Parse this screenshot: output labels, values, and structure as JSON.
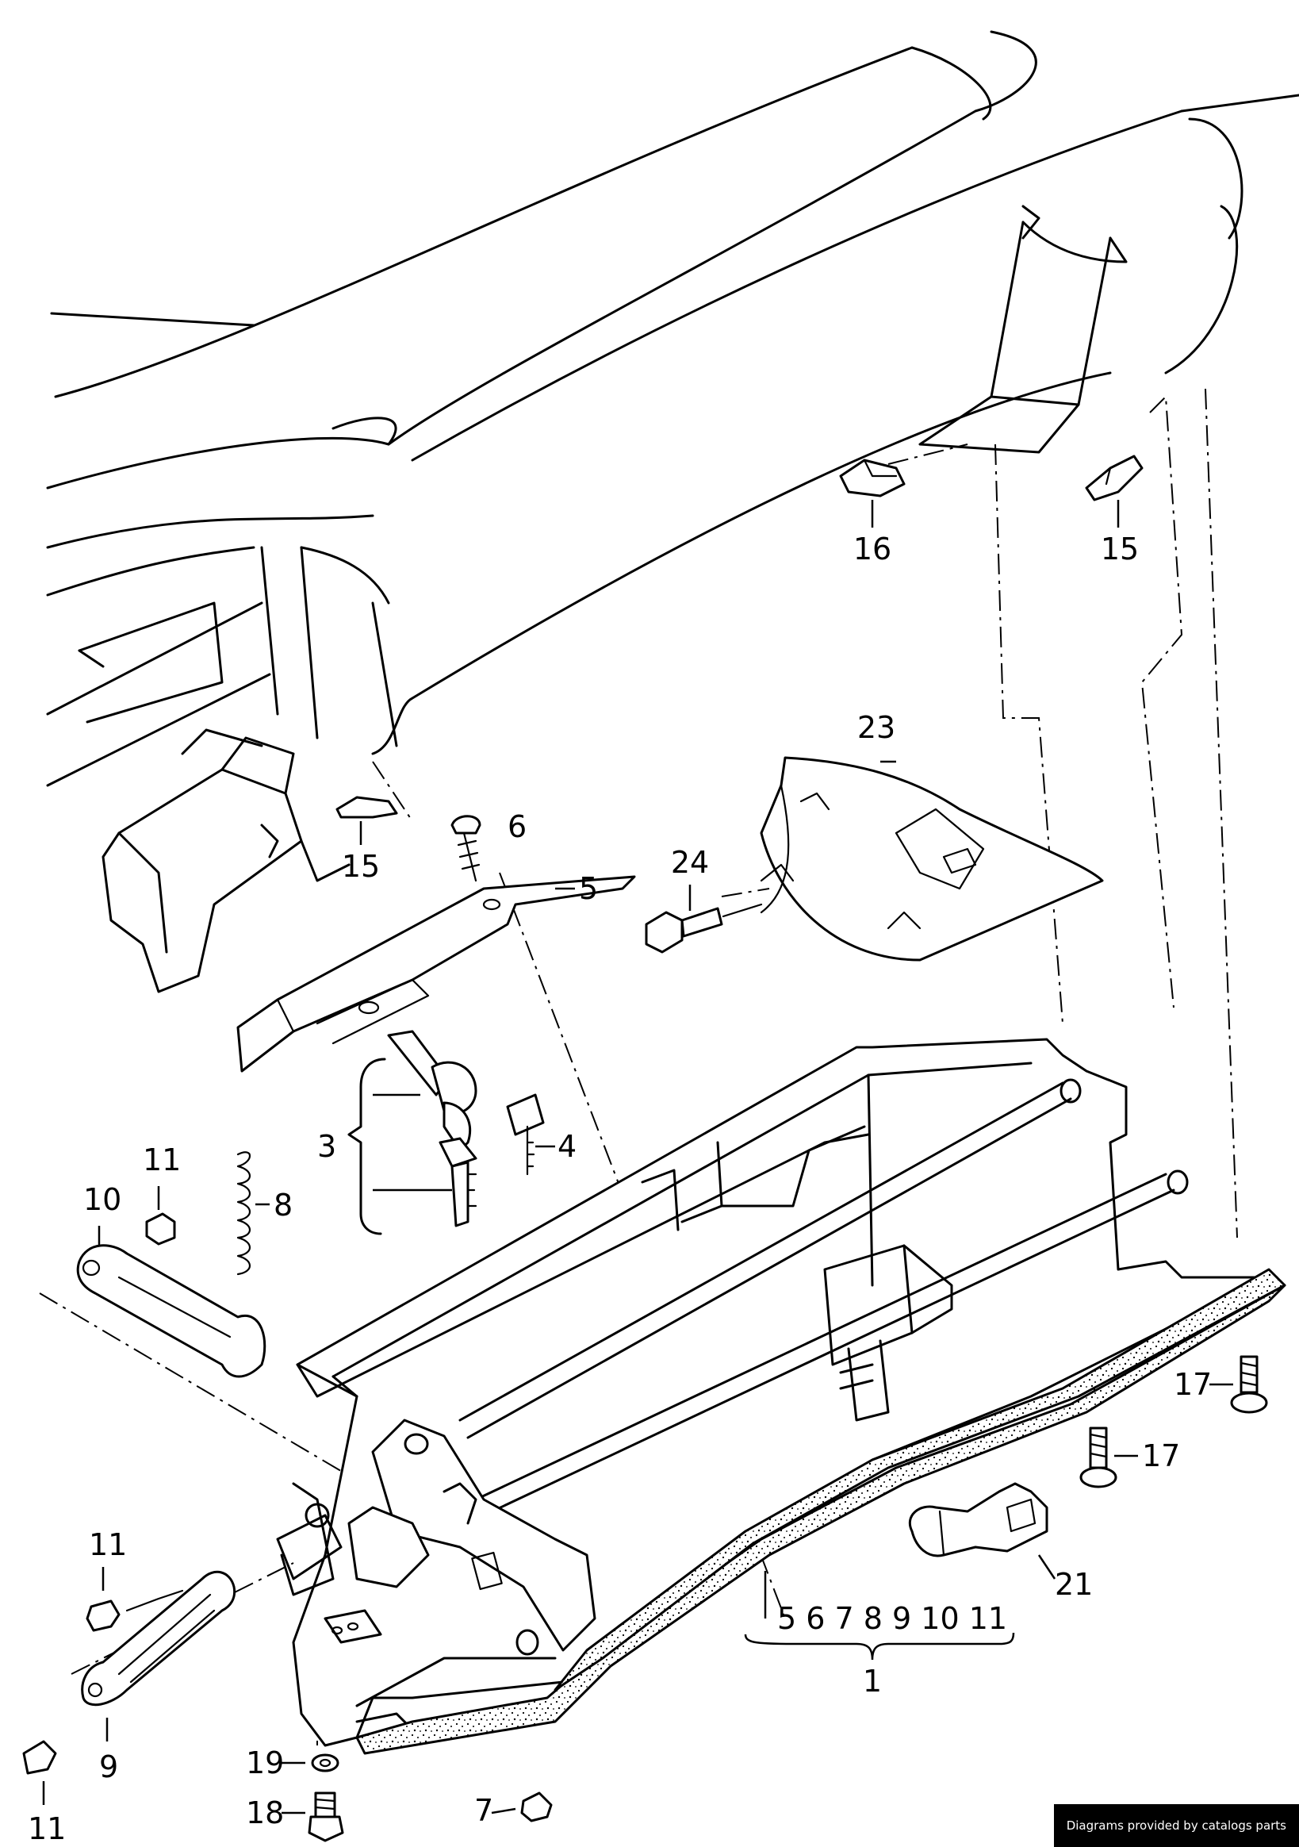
{
  "callouts": {
    "c1": "1",
    "c3": "3",
    "c4": "4",
    "c5a": "5",
    "c6": "6",
    "c7": "7",
    "c8": "8",
    "c9": "9",
    "c10": "10",
    "c11a": "11",
    "c11b": "11",
    "c11c": "11",
    "c15a": "15",
    "c15b": "15",
    "c16": "16",
    "c17a": "17",
    "c17b": "17",
    "c18": "18",
    "c19": "19",
    "c21": "21",
    "c23": "23",
    "c24": "24",
    "group_row": "5 6 7 8 9 10 11"
  },
  "footer": {
    "credit": "Diagrams provided by catalogs parts"
  }
}
